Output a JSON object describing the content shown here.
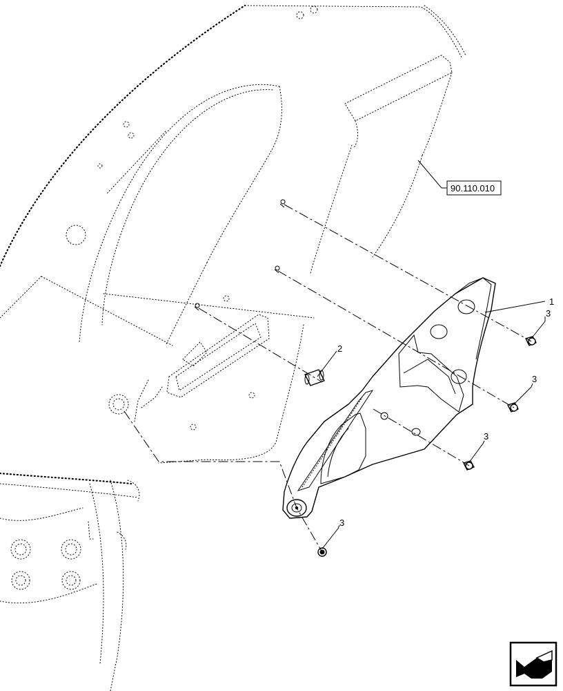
{
  "reference_box": {
    "label": "90.110.010"
  },
  "callouts": {
    "panel": "1",
    "pin": "2",
    "bolt_a": "3",
    "bolt_b": "3",
    "bolt_c": "3",
    "nut_d": "3"
  },
  "nav_icon": "arrow-left-icon"
}
